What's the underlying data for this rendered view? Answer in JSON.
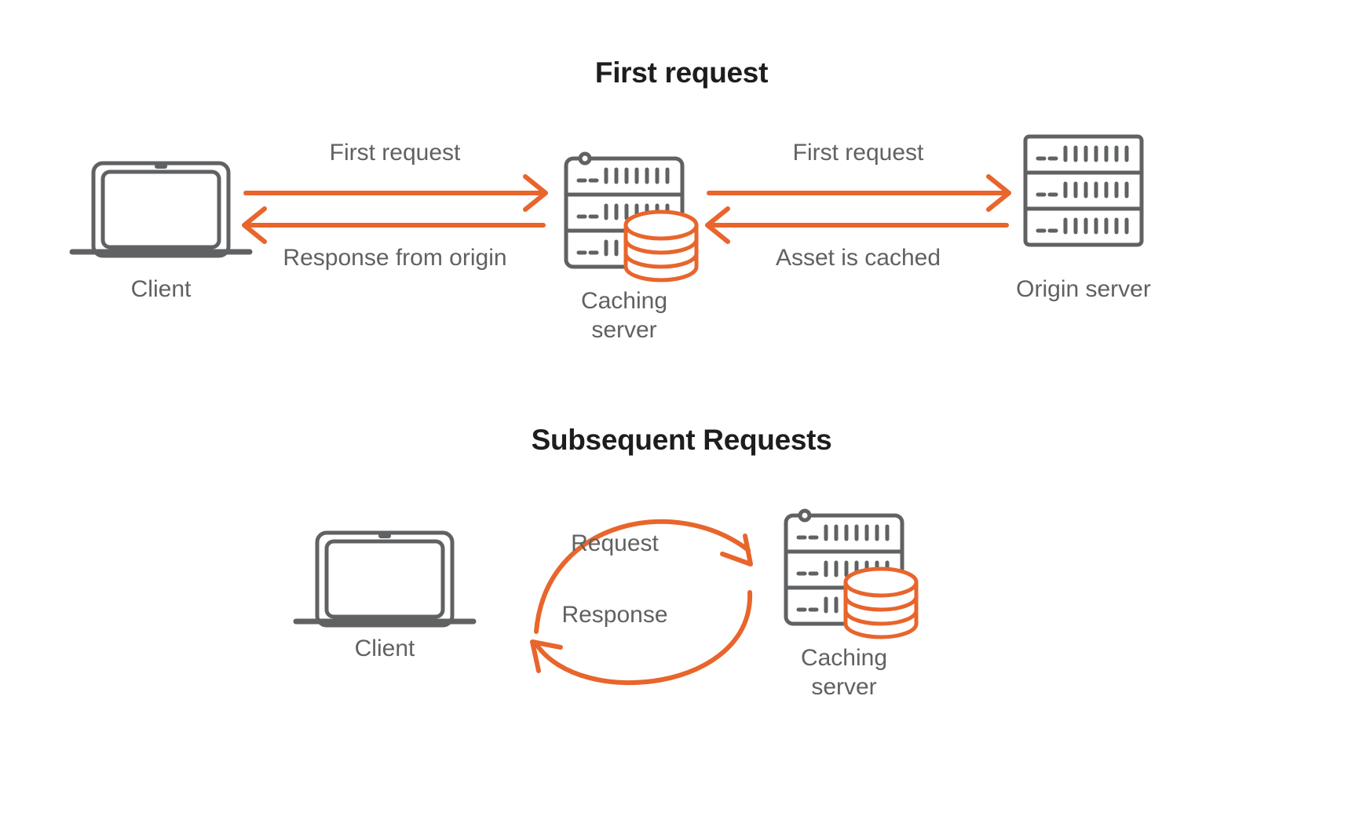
{
  "colors": {
    "accent": "#e8652c",
    "icon_stroke": "#5f6163",
    "label_text": "#5f6163",
    "title_text": "#1d1d1d",
    "background": "#ffffff"
  },
  "sections": [
    {
      "id": "first-request",
      "title": "First request",
      "nodes": [
        {
          "id": "client",
          "label": "Client",
          "icon": "laptop-icon"
        },
        {
          "id": "caching-server",
          "label": "Caching\nserver",
          "icon": "caching-server-icon"
        },
        {
          "id": "origin-server",
          "label": "Origin server",
          "icon": "server-rack-icon"
        }
      ],
      "flows": [
        {
          "id": "client-to-cache-request",
          "label": "First request",
          "direction": "right",
          "icon": "arrow-right-icon"
        },
        {
          "id": "cache-to-client-response",
          "label": "Response from origin",
          "direction": "left",
          "icon": "arrow-left-icon"
        },
        {
          "id": "cache-to-origin-request",
          "label": "First request",
          "direction": "right",
          "icon": "arrow-right-icon"
        },
        {
          "id": "origin-to-cache-cached",
          "label": "Asset is cached",
          "direction": "left",
          "icon": "arrow-left-icon"
        }
      ]
    },
    {
      "id": "subsequent-requests",
      "title": "Subsequent Requests",
      "nodes": [
        {
          "id": "client",
          "label": "Client",
          "icon": "laptop-icon"
        },
        {
          "id": "caching-server",
          "label": "Caching\nserver",
          "icon": "caching-server-icon"
        }
      ],
      "flows": [
        {
          "id": "client-to-cache-request",
          "label": "Request",
          "direction": "right",
          "icon": "curved-arrow-right-icon"
        },
        {
          "id": "cache-to-client-response",
          "label": "Response",
          "direction": "left",
          "icon": "curved-arrow-left-icon"
        }
      ]
    }
  ]
}
